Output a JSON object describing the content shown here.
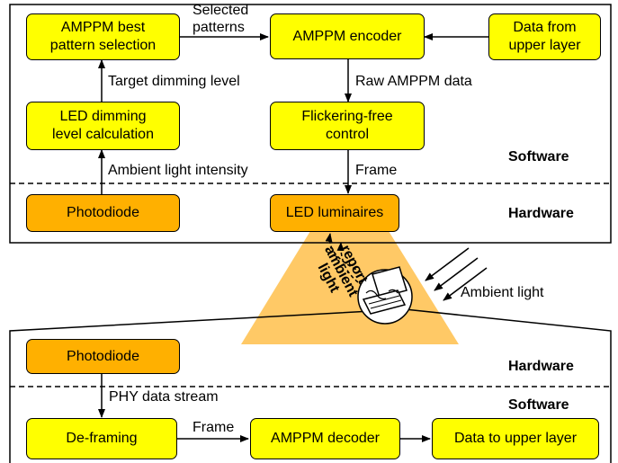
{
  "top": {
    "boxes": {
      "best_pattern": "AMPPM best\npattern selection",
      "encoder": "AMPPM encoder",
      "data_from_upper": "Data from\nupper layer",
      "dimming_calc": "LED dimming\nlevel calculation",
      "flicker_free": "Flickering-free\ncontrol",
      "photodiode": "Photodiode",
      "luminaires": "LED luminaires"
    },
    "labels": {
      "selected_patterns": "Selected\npatterns",
      "target_dimming": "Target dimming level",
      "raw_data": "Raw AMPPM data",
      "ambient_intensity": "Ambient light intensity",
      "frame": "Frame",
      "software": "Software",
      "hardware": "Hardware"
    }
  },
  "middle": {
    "report": "report\nambient\nlight",
    "ambient_light": "Ambient light"
  },
  "bottom": {
    "boxes": {
      "photodiode": "Photodiode",
      "deframing": "De-framing",
      "decoder": "AMPPM decoder",
      "data_to_upper": "Data to upper layer"
    },
    "labels": {
      "phy_stream": "PHY data stream",
      "frame": "Frame",
      "hardware": "Hardware",
      "software": "Software"
    }
  },
  "colors": {
    "yellow": "#ffff00",
    "orange": "#ffb000",
    "light_cone": "#ffc966"
  }
}
